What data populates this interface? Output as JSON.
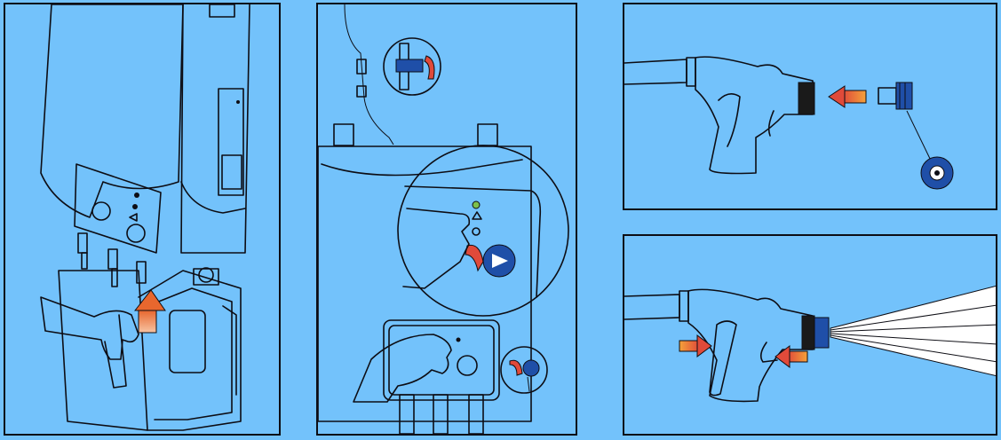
{
  "colors": {
    "background": "#73c2fb",
    "outline": "#0d0d14",
    "hand": "#ffffff",
    "arrow_orange": "#e8672e",
    "arrow_red": "#e04a3a",
    "nozzle_blue": "#1f4fa8",
    "indicator_green": "#7dc04b"
  },
  "panels": [
    {
      "id": "p1",
      "content": "hand-connecting-inlet-hose",
      "arrow": "up"
    },
    {
      "id": "p2",
      "content": "hand-pressing-control-knob",
      "arrow": "rotate-clockwise"
    },
    {
      "id": "p3",
      "content": "nozzle-inserted-into-spray-gun",
      "arrow": "left"
    },
    {
      "id": "p4",
      "content": "spray-gun-trigger-pressed",
      "arrow": "squeeze"
    }
  ],
  "icons": [
    "hand-icon",
    "arrow-up-icon",
    "rotate-arrow-icon",
    "arrow-left-icon",
    "nozzle-icon",
    "spray-gun-icon",
    "valve-icon",
    "knob-icon",
    "water-spray-icon"
  ]
}
